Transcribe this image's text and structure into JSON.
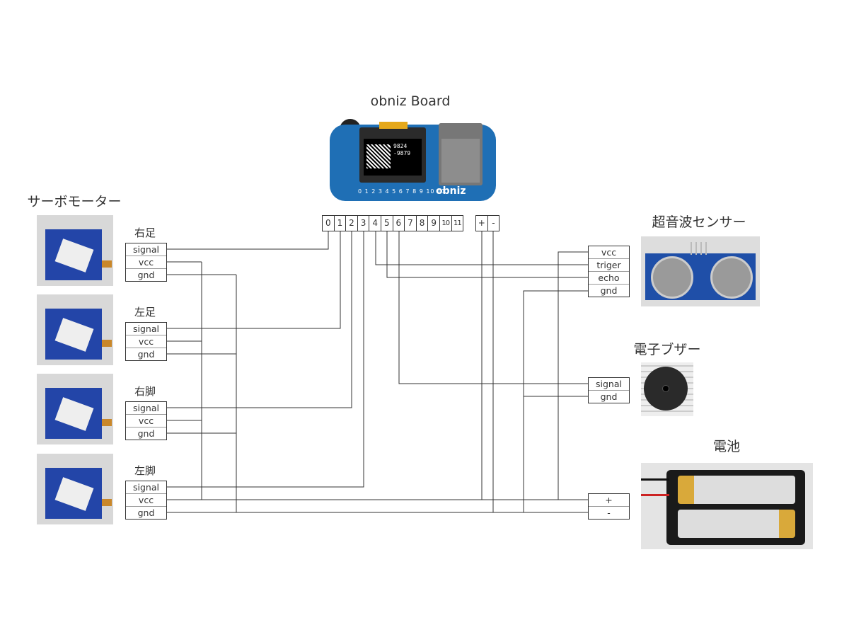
{
  "board": {
    "title": "obniz Board",
    "logo": "obniz",
    "pins": [
      "0",
      "1",
      "2",
      "3",
      "4",
      "5",
      "6",
      "7",
      "8",
      "9",
      "10",
      "11"
    ],
    "power_pins": [
      "+",
      "-"
    ]
  },
  "servo": {
    "title": "サーボモーター",
    "units": [
      {
        "label": "右足",
        "pins": [
          "signal",
          "vcc",
          "gnd"
        ]
      },
      {
        "label": "左足",
        "pins": [
          "signal",
          "vcc",
          "gnd"
        ]
      },
      {
        "label": "右脚",
        "pins": [
          "signal",
          "vcc",
          "gnd"
        ]
      },
      {
        "label": "左脚",
        "pins": [
          "signal",
          "vcc",
          "gnd"
        ]
      }
    ]
  },
  "ultrasonic": {
    "title": "超音波センサー",
    "pins": [
      "vcc",
      "triger",
      "echo",
      "gnd"
    ]
  },
  "buzzer": {
    "title": "電子ブザー",
    "pins": [
      "signal",
      "gnd"
    ]
  },
  "battery": {
    "title": "電池",
    "pins": [
      "+",
      "-"
    ]
  },
  "colors": {
    "wire": "#333333",
    "board": "#1f6fb5",
    "servo": "#2345a8"
  }
}
